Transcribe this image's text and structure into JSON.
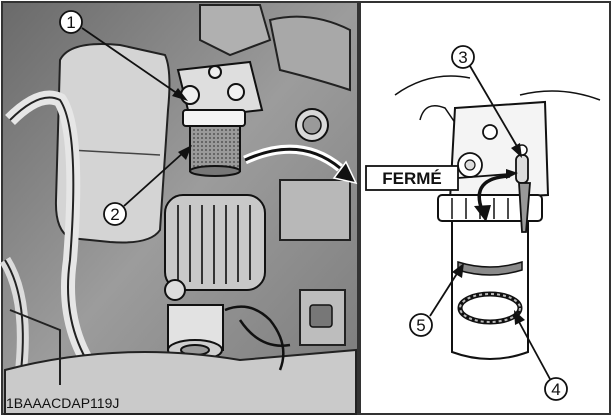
{
  "figure": {
    "code": "1BAAACDAP119J",
    "valve_label": "FERMÉ",
    "callouts": [
      "1",
      "2",
      "3",
      "4",
      "5"
    ]
  },
  "colors": {
    "outline": "#111111",
    "frame": "#333333",
    "photo_dark": "#4a4a4a",
    "photo_mid": "#8a8a8a",
    "photo_light": "#c9c9c9",
    "element_pattern": "#7a7a7a"
  }
}
